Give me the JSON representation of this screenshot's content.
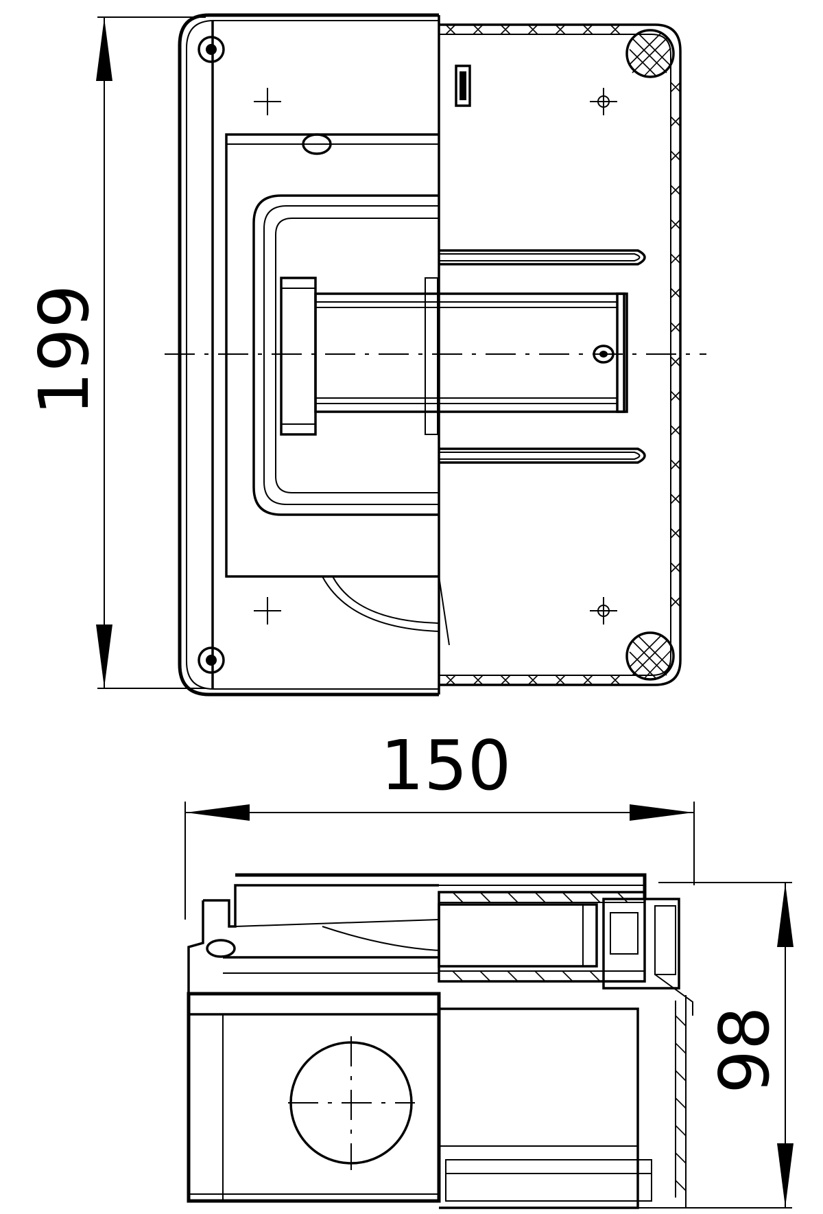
{
  "dimensions": {
    "height": "199",
    "width": "150",
    "depth": "98"
  },
  "colors": {
    "line": "#000000",
    "background": "#ffffff"
  }
}
